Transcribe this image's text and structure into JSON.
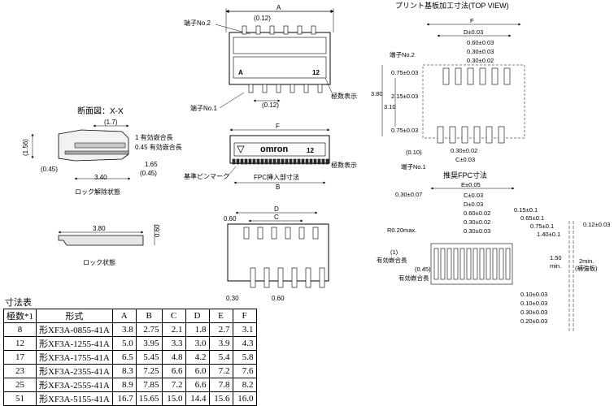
{
  "connector_top": {
    "dim_a": "A",
    "pitch_note": "(0.12)",
    "pin2_label": "端子No.2",
    "pin1_label": "端子No.1",
    "marker_a": "A",
    "marker_12": "12",
    "pole_display": "極数表示",
    "bottom_note": "(0.12)"
  },
  "section": {
    "title": "断面図：X-X",
    "d_1_7": "(1.7)",
    "d_1_56": "(1.56)",
    "eff_1": "1 有効嵌合長",
    "eff_045": "0.45 有効嵌合長",
    "d_1_65": "1.65",
    "d_045_left": "(0.45)",
    "d_045_right": "(0.45)",
    "d_3_40": "3.40",
    "unlock_caption": "ロック解除状態"
  },
  "locked": {
    "d_3_80": "3.80",
    "d_0_60": "0.60",
    "caption": "ロック状態"
  },
  "front": {
    "dim_f": "F",
    "brand": "omron",
    "marker_12": "12",
    "ref_mark": "基準ピンマーク",
    "fpc_width": "FPC挿入部寸法",
    "dim_b": "B",
    "pole_display": "極数表示"
  },
  "bottom_view": {
    "dim_d": "D",
    "dim_c": "C",
    "d_0_60": "0.60",
    "d_0_30": "0.30",
    "d_0_60b": "0.60"
  },
  "pcb": {
    "title": "プリント基板加工寸法(TOP VIEW)",
    "dim_f": "F",
    "dim_d": "D±0.03",
    "dim_060": "0.60±0.03",
    "dim_030a": "0.30±0.03",
    "dim_030b": "0.30±0.02",
    "pin2": "端子No.2",
    "d_075a": "0.75±0.03",
    "d_215": "2.15±0.03",
    "d_380": "3.80",
    "d_310": "3.10",
    "d_075b": "0.75±0.03",
    "d_010": "(0.10)",
    "d_030c": "0.30±0.02",
    "dim_c": "C±0.03",
    "pin1": "端子No.1"
  },
  "fpc": {
    "title": "推奨FPC寸法",
    "dim_e": "E±0.05",
    "d_030a": "0.30±0.07",
    "dim_c": "C±0.03",
    "dim_d": "D±0.03",
    "d_060": "0.60±0.02",
    "d_030b": "0.30±0.02",
    "d_030c": "0.30±0.03",
    "d_015": "0.15±0.1",
    "d_065": "0.65±0.1",
    "d_075": "0.75±0.1",
    "d_140": "1.40±0.1",
    "d_012": "0.12±0.03",
    "r_020": "R0.20max.",
    "paren_1": "(1)",
    "eff_1": "有効嵌合長",
    "paren_045": "(0.45)",
    "eff_2": "有効嵌合長",
    "d_150": "1.50",
    "min": "min.",
    "d_2min": "2min.",
    "reinf": "(補強板)",
    "d_010a": "0.10±0.03",
    "d_010b": "0.10±0.03",
    "d_030d": "0.30±0.03",
    "d_020": "0.20±0.03"
  },
  "table": {
    "title": "寸法表",
    "headers": [
      "極数*1",
      "形式",
      "A",
      "B",
      "C",
      "D",
      "E",
      "F"
    ],
    "rows": [
      [
        "8",
        "形XF3A-0855-41A",
        "3.8",
        "2.75",
        "2.1",
        "1.8",
        "2.7",
        "3.1"
      ],
      [
        "12",
        "形XF3A-1255-41A",
        "5.0",
        "3.95",
        "3.3",
        "3.0",
        "3.9",
        "4.3"
      ],
      [
        "17",
        "形XF3A-1755-41A",
        "6.5",
        "5.45",
        "4.8",
        "4.2",
        "5.4",
        "5.8"
      ],
      [
        "23",
        "形XF3A-2355-41A",
        "8.3",
        "7.25",
        "6.6",
        "6.0",
        "7.2",
        "7.6"
      ],
      [
        "25",
        "形XF3A-2555-41A",
        "8.9",
        "7.85",
        "7.2",
        "6.6",
        "7.8",
        "8.2"
      ],
      [
        "51",
        "形XF3A-5155-41A",
        "16.7",
        "15.65",
        "15.0",
        "14.4",
        "15.6",
        "16.0"
      ]
    ]
  }
}
